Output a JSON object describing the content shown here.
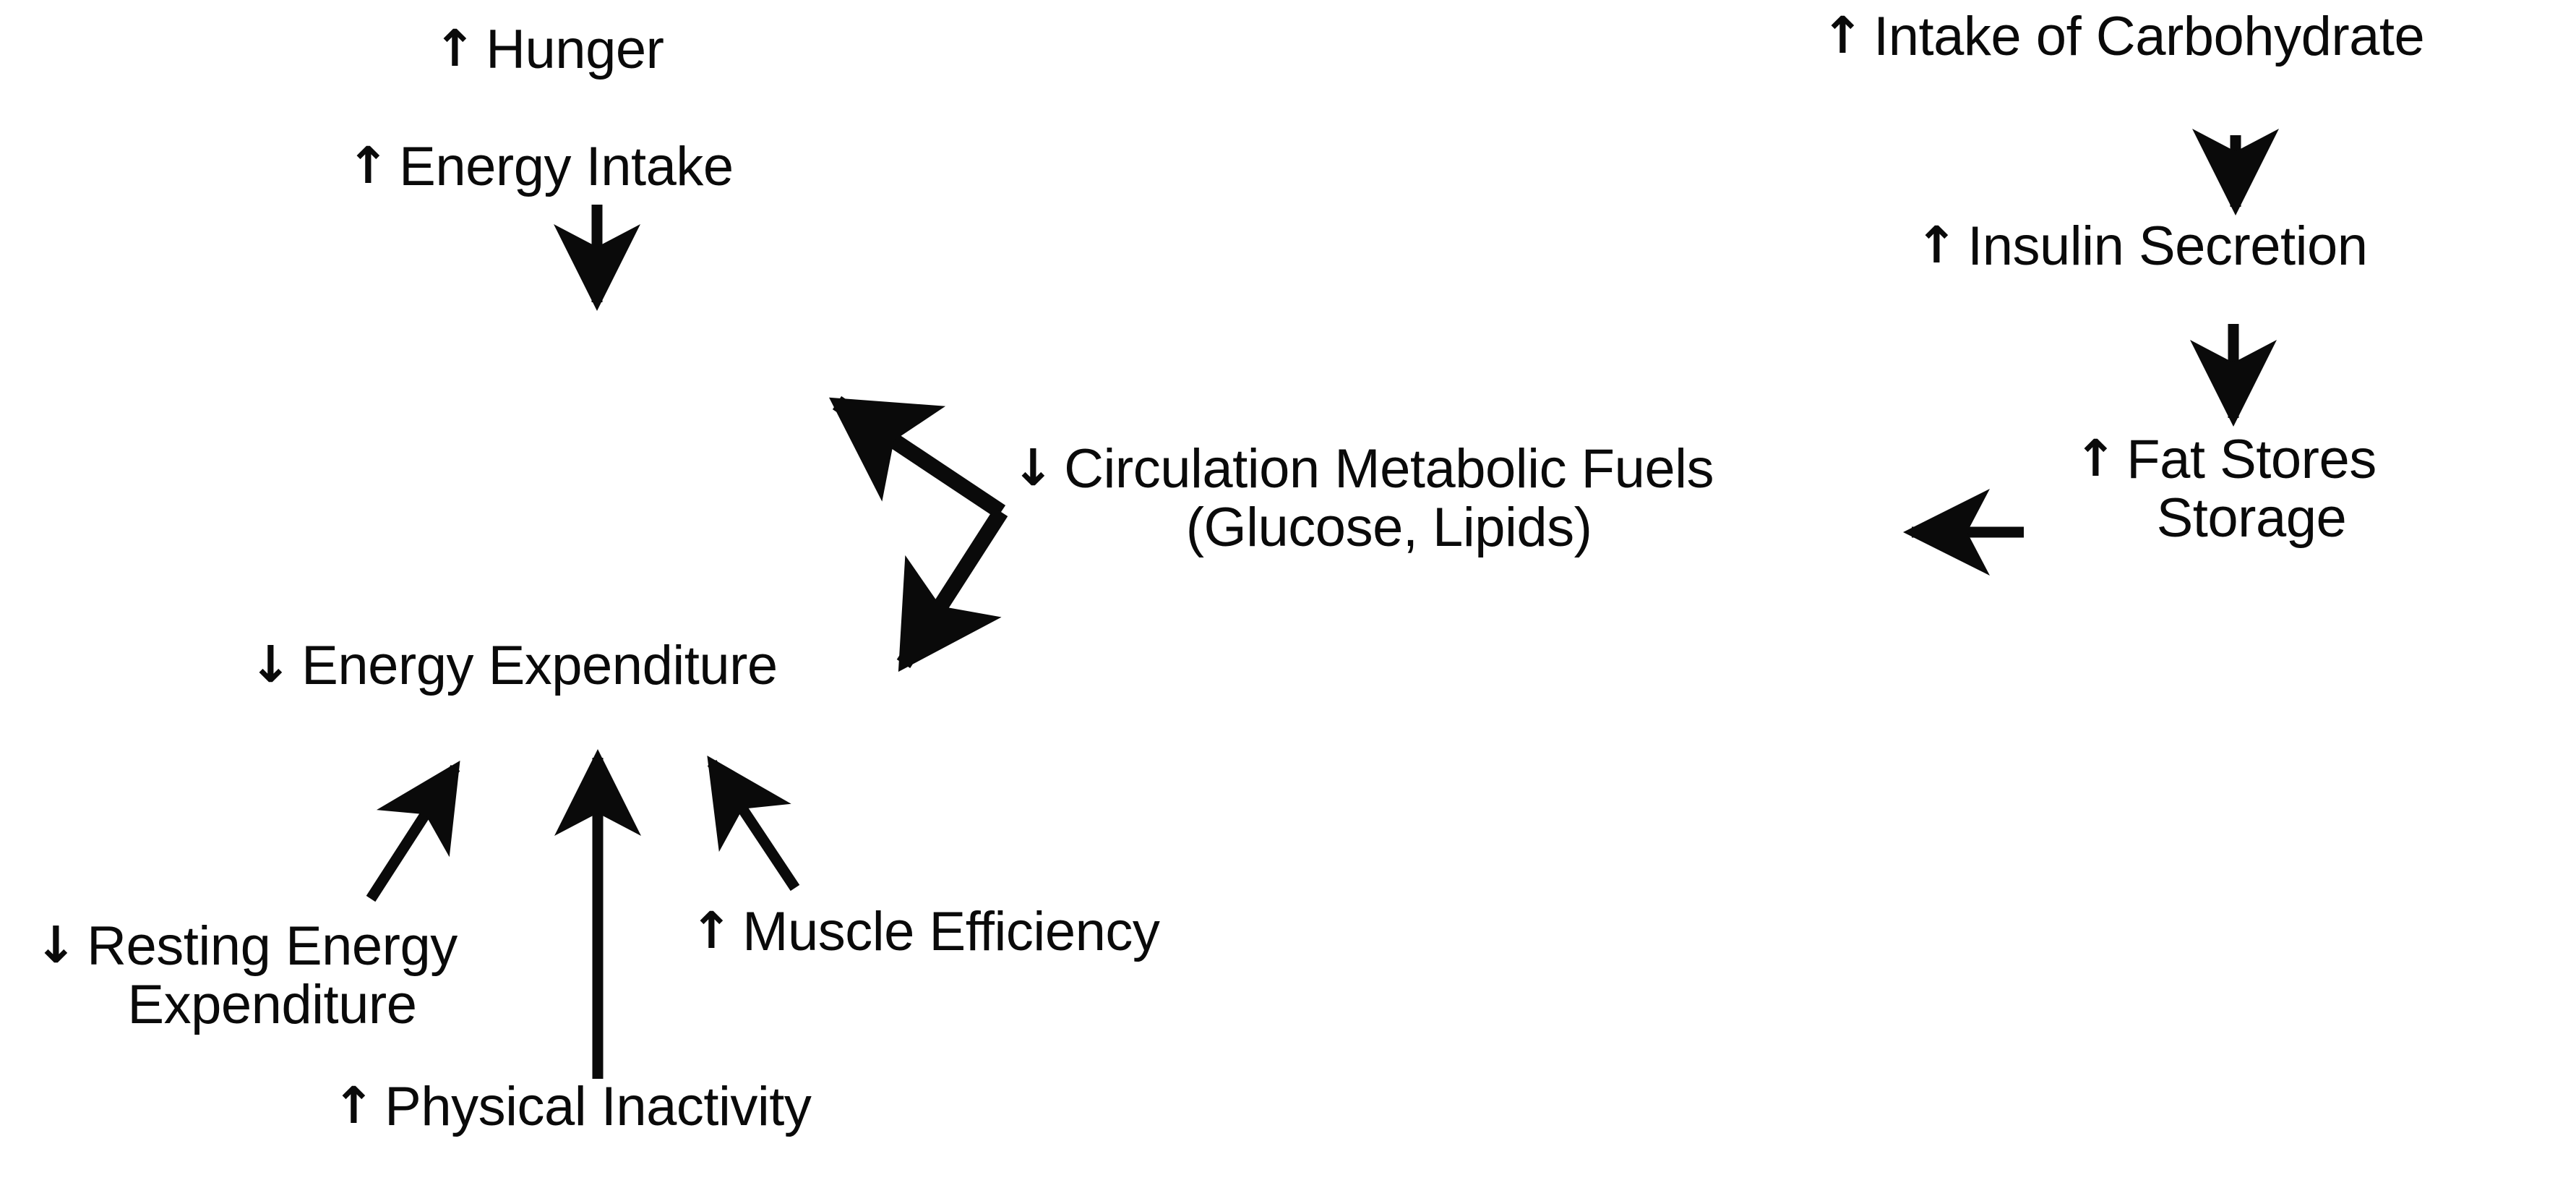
{
  "diagram": {
    "title": "Obesity energy balance feedback loop",
    "background_color": "#ffffff",
    "stroke_color": "#0a0a0a",
    "nodes": [
      {
        "id": "hunger",
        "direction_glyph": "↑",
        "direction": "increase",
        "label": "Hunger"
      },
      {
        "id": "energy-intake",
        "direction_glyph": "↑",
        "direction": "increase",
        "label": "Energy Intake"
      },
      {
        "id": "intake-of-carbohydrate",
        "direction_glyph": "↑",
        "direction": "increase",
        "label": "Intake of Carbohydrate"
      },
      {
        "id": "insulin-secretion",
        "direction_glyph": "↑",
        "direction": "increase",
        "label": "Insulin Secretion"
      },
      {
        "id": "fat-stores-storage",
        "direction_glyph": "↑",
        "direction": "increase",
        "label": "Fat Stores\nStorage"
      },
      {
        "id": "circulation-metabolic-fuels",
        "direction_glyph": "↓",
        "direction": "decrease",
        "label": "Circulation Metabolic Fuels\n(Glucose, Lipids)"
      },
      {
        "id": "energy-expenditure",
        "direction_glyph": "↓",
        "direction": "decrease",
        "label": "Energy Expenditure"
      },
      {
        "id": "resting-energy-expenditure",
        "direction_glyph": "↓",
        "direction": "decrease",
        "label": "Resting Energy\nExpenditure"
      },
      {
        "id": "physical-inactivity",
        "direction_glyph": "↑",
        "direction": "increase",
        "label": "Physical Inactivity"
      },
      {
        "id": "muscle-efficiency",
        "direction_glyph": "↑",
        "direction": "increase",
        "label": "Muscle Efficiency"
      }
    ],
    "edges": [
      {
        "id": "hunger-to-energy-intake",
        "from": "hunger",
        "to": "energy-intake"
      },
      {
        "id": "carbohydrate-to-insulin",
        "from": "intake-of-carbohydrate",
        "to": "insulin-secretion"
      },
      {
        "id": "insulin-to-fat-stores",
        "from": "insulin-secretion",
        "to": "fat-stores-storage"
      },
      {
        "id": "fat-stores-to-circulation",
        "from": "fat-stores-storage",
        "to": "circulation-metabolic-fuels"
      },
      {
        "id": "circulation-to-energy-intake",
        "from": "circulation-metabolic-fuels",
        "to": "energy-intake"
      },
      {
        "id": "circulation-to-energy-expenditure",
        "from": "circulation-metabolic-fuels",
        "to": "energy-expenditure"
      },
      {
        "id": "resting-energy-expenditure-to-energy-expenditure",
        "from": "resting-energy-expenditure",
        "to": "energy-expenditure"
      },
      {
        "id": "physical-inactivity-to-energy-expenditure",
        "from": "physical-inactivity",
        "to": "energy-expenditure"
      },
      {
        "id": "muscle-efficiency-to-energy-expenditure",
        "from": "muscle-efficiency",
        "to": "energy-expenditure"
      }
    ]
  }
}
